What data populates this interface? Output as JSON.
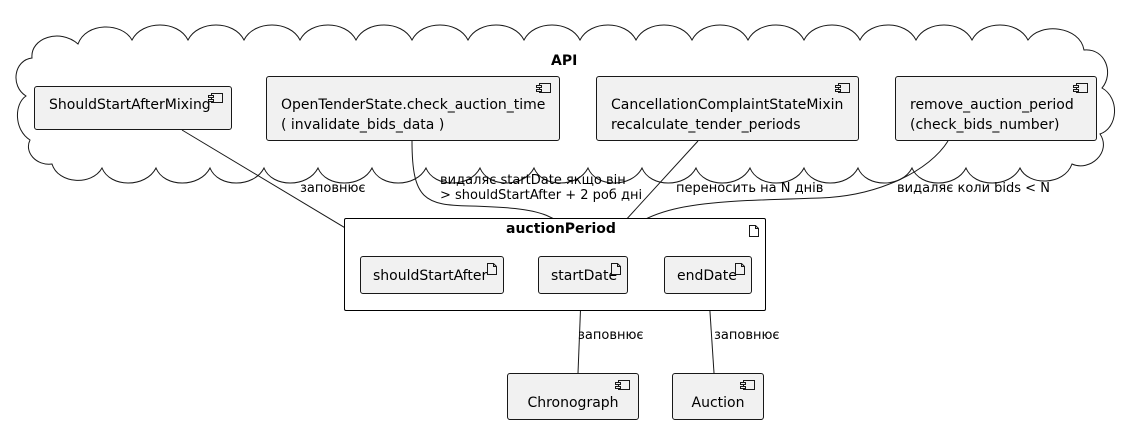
{
  "cloud": {
    "title": "API"
  },
  "components": {
    "should_start_after_mixing": "ShouldStartAfterMixing",
    "open_tender_state": "OpenTenderState.check_auction_time\n( invalidate_bids_data )",
    "cancellation_mixin": "CancellationComplaintStateMixin\nrecalculate_tender_periods",
    "remove_auction_period": "remove_auction_period\n(check_bids_number)",
    "chronograph": "Chronograph",
    "auction": "Auction"
  },
  "package": {
    "title": "auctionPeriod",
    "should_start_after": "shouldStartAfter",
    "start_date": "startDate",
    "end_date": "endDate"
  },
  "edges": {
    "fills_should_start": "заповнює",
    "removes_start_date": "видаляє startDate якщо він\n> shouldStartAfter + 2 роб дні",
    "moves_n_days": "переносить на N днів",
    "removes_when_bids": "видаляє коли bids < N",
    "chronograph_fills": "заповнює",
    "auction_fills": "заповнює"
  }
}
